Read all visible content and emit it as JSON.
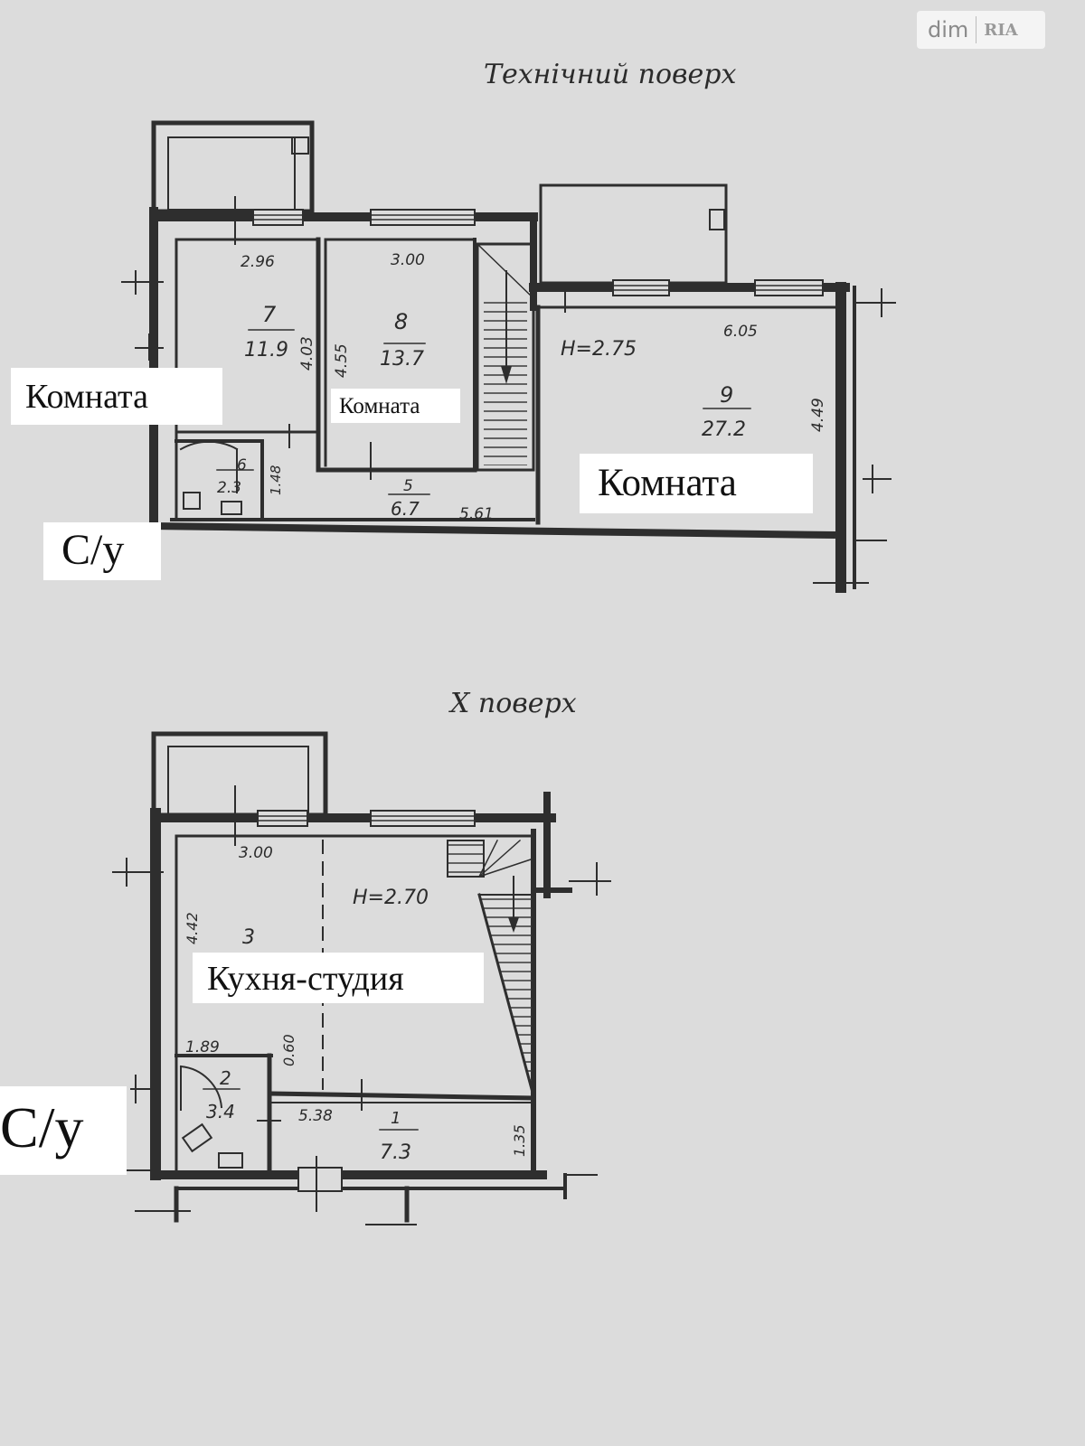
{
  "watermark": {
    "brand_left": "dim",
    "brand_right": "RIA"
  },
  "upper_floor": {
    "title": "Технічний поверх",
    "height_mark": "H=2.75",
    "rooms": [
      {
        "number": "7",
        "area": "11.9"
      },
      {
        "number": "8",
        "area": "13.7"
      },
      {
        "number": "9",
        "area": "27.2"
      },
      {
        "number": "6",
        "area": "2.3"
      },
      {
        "number": "5",
        "area": "6.7"
      }
    ],
    "dimensions": [
      "2.96",
      "3.00",
      "6.05",
      "4.03",
      "4.55",
      "4.49",
      "1.48",
      "5.61"
    ],
    "labels": [
      "Комната",
      "Комната",
      "Комната",
      "С/у"
    ]
  },
  "lower_floor": {
    "title": "X поверх",
    "height_mark": "H=2.70",
    "rooms": [
      {
        "number": "3",
        "area": ""
      },
      {
        "number": "2",
        "area": "3.4"
      },
      {
        "number": "1",
        "area": "7.3"
      }
    ],
    "dimensions": [
      "3.00",
      "1.89",
      "0.60",
      "5.38",
      "1.35",
      "4.42"
    ],
    "labels": [
      "Кухня-студия",
      "С/у"
    ]
  }
}
